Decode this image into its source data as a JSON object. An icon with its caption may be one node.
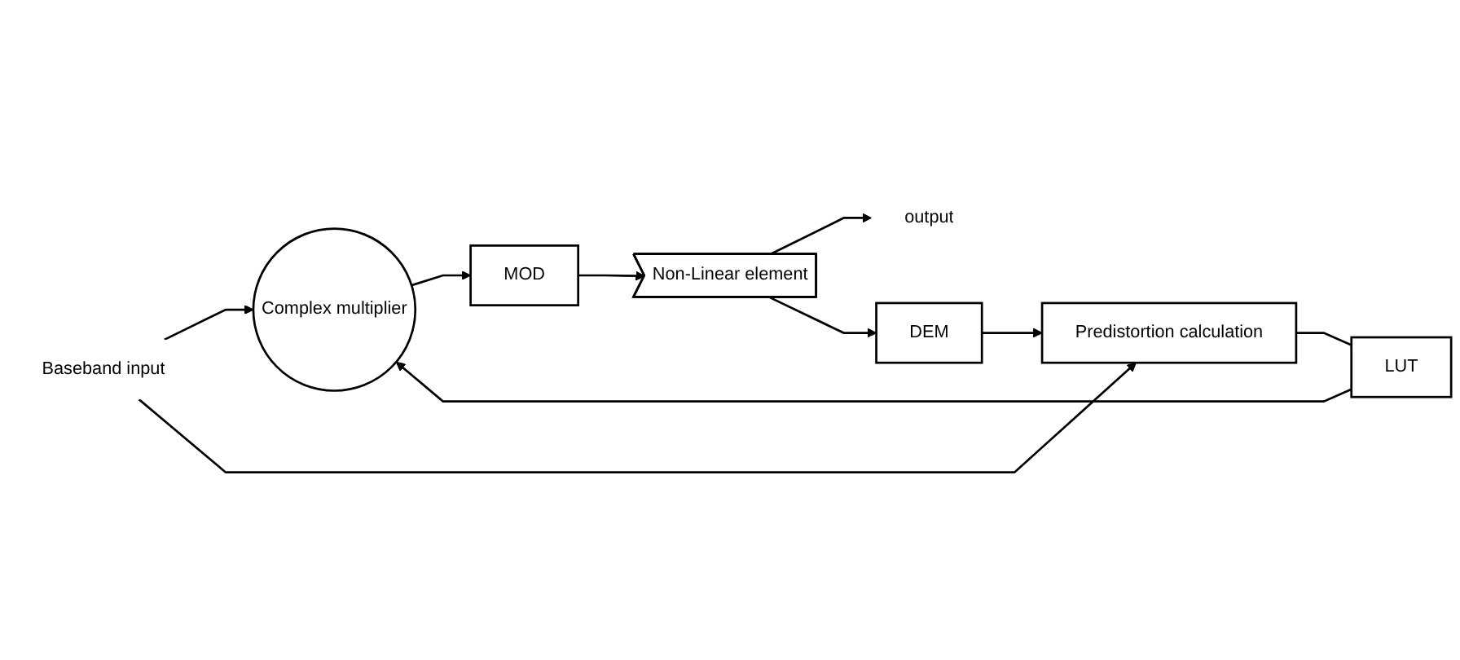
{
  "diagram": {
    "nodes": [
      {
        "text": [
          "Baseband input"
        ]
      },
      {
        "text": [
          "Complex multiplier"
        ]
      },
      {
        "text": [
          "MOD"
        ]
      },
      {
        "text": [
          "Non-Linear element"
        ]
      },
      {
        "text": [
          "output"
        ]
      },
      {
        "text": [
          "LUT"
        ]
      },
      {
        "text": [
          "Predistortion calculation"
        ]
      },
      {
        "text": [
          "DEM"
        ]
      }
    ],
    "edges": [
      {
        "from": 0,
        "to": 1,
        "arrow": "to"
      },
      {
        "from": 0,
        "to": 6,
        "arrow": "to"
      },
      {
        "from": 1,
        "to": 2,
        "arrow": "to"
      },
      {
        "from": 2,
        "to": 3,
        "arrow": "to"
      },
      {
        "from": 3,
        "to": 4,
        "arrow": "to"
      },
      {
        "from": 3,
        "to": 7,
        "arrow": "to"
      },
      {
        "from": 7,
        "to": 6,
        "arrow": "to"
      },
      {
        "from": 6,
        "to": 5,
        "arrow": "none"
      },
      {
        "from": 5,
        "to": 1,
        "arrow": "to"
      }
    ]
  }
}
